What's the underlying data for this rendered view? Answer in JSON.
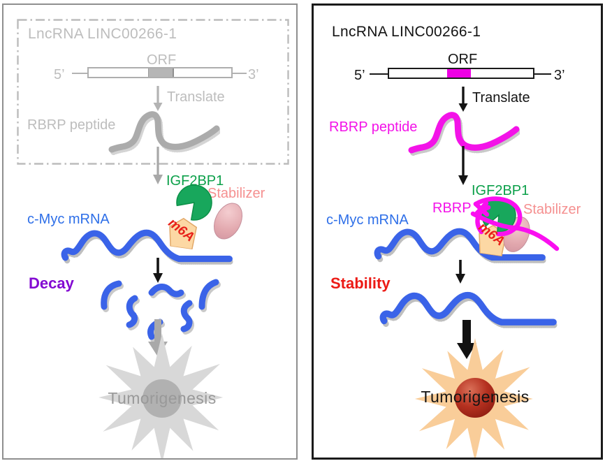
{
  "colors": {
    "magenta": "#f313e8",
    "green": "#0ca04a",
    "blue_mrna": "#2e6fe8",
    "red_m6a": "#e8211a",
    "salmon_stabilizer": "#f59090",
    "pink_oval": "#e5aeb2",
    "tan_m6a": "#fcd8a4",
    "purple_decay": "#8309d2",
    "red_stability": "#ec1a15",
    "orange_star": "#f9cd99",
    "dark_red_sphere": "#a31f12",
    "gray_inactive": "#bdbdbd",
    "gray_star": "#d8d8d8"
  },
  "left": {
    "title": "LncRNA LINC00266-1",
    "orf_label": "ORF",
    "five_prime": "5’",
    "three_prime": "3’",
    "translate_label": "Translate",
    "peptide_label": "RBRP peptide",
    "igf2bp1_label": "IGF2BP1",
    "stabilizer_label": "Stabilizer",
    "mrna_label": "c-Myc mRNA",
    "m6a_label": "m6A",
    "outcome_label": "Decay",
    "result_label": "Tumorigenesis"
  },
  "right": {
    "title": "LncRNA LINC00266-1",
    "orf_label": "ORF",
    "five_prime": "5’",
    "three_prime": "3’",
    "translate_label": "Translate",
    "peptide_label": "RBRP peptide",
    "rbrp_label": "RBRP",
    "igf2bp1_label": "IGF2BP1",
    "stabilizer_label": "Stabilizer",
    "mrna_label": "c-Myc mRNA",
    "m6a_label": "m6A",
    "outcome_label": "Stability",
    "result_label": "Tumorigenesis"
  }
}
